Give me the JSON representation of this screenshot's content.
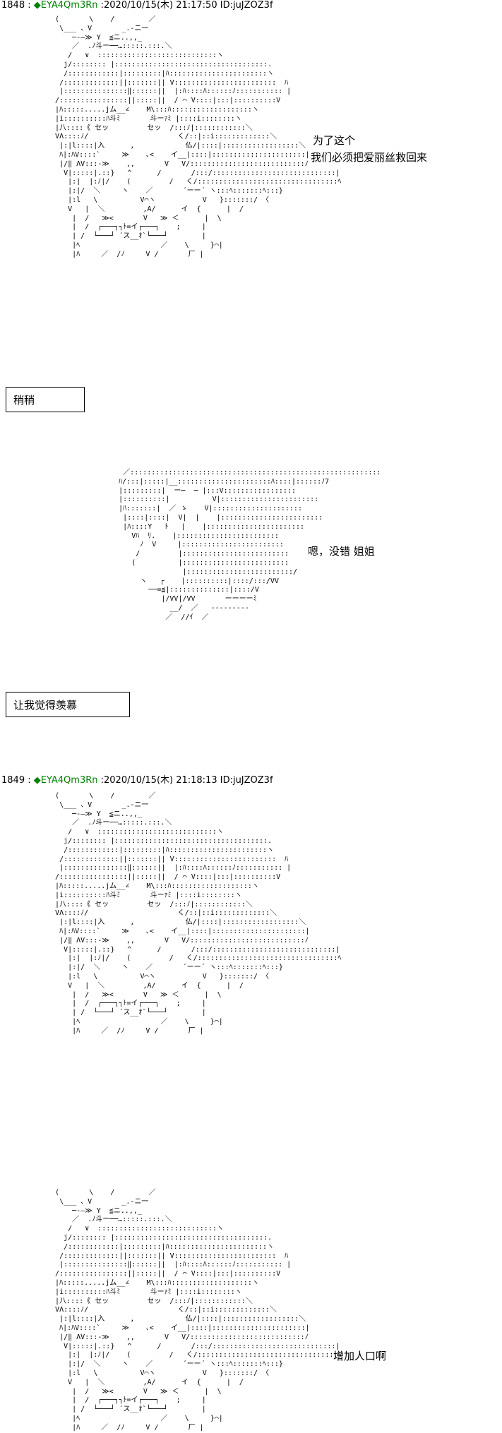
{
  "posts": [
    {
      "number": "1848",
      "separator": " : ",
      "trip": "◆EYA4Qm3Rn",
      "meta": " :2020/10/15(木) 21:17:50 ID:juJZOZ3f"
    },
    {
      "number": "1849",
      "separator": " : ",
      "trip": "◆EYA4Qm3Rn",
      "meta": " :2020/10/15(木) 21:18:13 ID:juJZOZ3f"
    }
  ],
  "dialogue": {
    "line1a": "为了这个",
    "line1b": "我们必须把爱丽丝救回来",
    "box1": "稍稍",
    "line2": "嗯，没错 姐姐",
    "box2": "让我觉得羡慕",
    "line3": "增加人口啊"
  },
  "art": {
    "girl": "   (       \\    /        ／\n    \\___ 、V       _.-ニ一\n       ─-―≫ Y  ≦ニ..,,_\n       ／  .ﾉ斗ー──…:::::.:::.＼\n      /   ∨  ::::::::::::::::::::::::::::ヽ\n     j/:::::::: |::::::::::::::::::::::::::::::::::::.\n     /::::::::::::|:::::::::|ﾊ:::::::::::::::::::::::ヽ\n    /:::::::::::::||:::::::|| V::::::::::::::::::::::::  ﾊ\n    |:::::::::::::::‖::::::||  |:ﾊ::::ﾊ::::::ﾉ::::::::::: |\n   /::::::::::::::::||:::::||  / ⌒ V::::|:::|::::::::::V\n   |ﾊ:::::.....jム__∠    M\\:::ﾊ:::::::::::::::::::ヽ\n   |i::::::::::ﾊ斗ﾐ       斗ーｧﾐ |::::i::::::::ヽ\n   |八::::《 セッ         セッ  /:::ﾉ|::::::::::::＼\n   VΛ::::ﾉ/                     く/::|::i:::::::::::::＼\n    |:|l::::|入      ,            仏/|::::|::::::::::::::::::＼\n    ﾊ|:ﾊV::::`     ≫    ､<    イ__|::::|::::::::::::::::::::::|\n    |/‖ ΛV:::‐≫    ,,       V   V/:::::::::::::::::::::::::::ﾉ\n     V|:::::|.::}   ^      /       /:::/:::::::::::::::::::::::::::::|\n      |:|  |:ﾉ|/    (         /   く/:::::::::::::::::::::::::::::::::ﾍ\n      |:|/  ＼     ヽ    ／       ´ーー´ ヽ:::ﾍ:::::::ﾍ:::}\n      |:l   \\          V⌒ヽ           V   }:::::::/ 〈\n      V   |  ＼         ,A/      イ  {      |  /\n       |  /   ≫<       V   ≫ ＜      |  \\\n       |  /  ┌───┐┐ﾄ=イ┌───┐    ;     |\n       | /  └───┘ ´ス__ｵ`└───┘        |\n       |ﾍ                   ／    \\     }⌒|\n       |ﾊ     ／  /ﾉ     V /       厂 |",
    "sister": "         ／:::::::::::::::::::::::::::::::::::::::::::::::::::::::::::\n        ﾊ/:::|:::::|__::::::::::::::::::::::ﾊ::::|::::::ﾉ7\n        |:::::::::|  ー─  ─ |:::V:::::::::::::::::\n        |::::::::::|          V|:::::::::::::::::::::::\n        |ﾊ:::::::|  ／ ゝ    V|:::::::::::::::::::::\n         |::::|::::|  V|  |    |::::::::::::::::::::::::\n         |ﾊ::::Y   ﾄ   |    |:::::::::::::::::::::::\n           Vﾊ  ﾘ.    |::::::::::::::::::::::::\n             ﾉ  V     |::::::::::::::::::::::::\n            /         |:::::::::::::::::::::::::\n           (          |:::::::::::::::::::::::::\n                       |:::::::::::::::::::::::::/\n             ヽ   ┌    |::::::::::|::::/:::/VV\n               ──=≦|::::::::::::::|::::/V\n                  |/VV|/VV       ーーーーﾐ\n                    __/  ／   ---------\n                   ／  //ｲ  ／"
  }
}
